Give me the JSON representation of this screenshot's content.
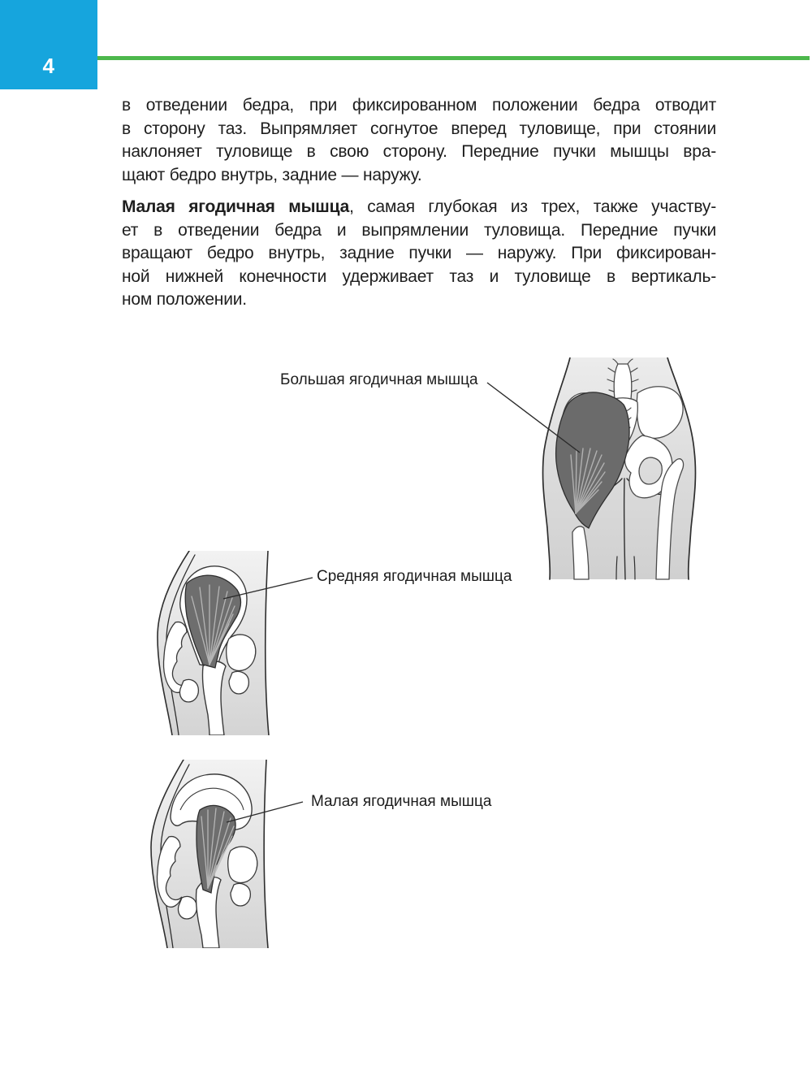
{
  "page": {
    "number": "4"
  },
  "colors": {
    "accent_blue": "#16a5dd",
    "rule_green": "#4db84c"
  },
  "article": {
    "paragraph1": {
      "lines": [
        "в отведении бедра, при фиксированном положении бедра отводит",
        "в сторону таз. Выпрямляет согнутое вперед туловище, при стоянии",
        "наклоняет туловище в свою сторону. Передние пучки мышцы вра-",
        "щают бедро внутрь, задние — наружу."
      ]
    },
    "paragraph2": {
      "lead_bold": "Малая ягодичная мышца",
      "line1_rest": ", самая глубокая из трех, также участву-",
      "lines": [
        "ет в отведении бедра и выпрямлении туловища. Передние пучки",
        "вращают бедро внутрь, задние пучки — наружу. При фиксирован-",
        "ной нижней конечности удерживает таз и туловище в вертикаль-",
        "ном положении."
      ]
    }
  },
  "figures": {
    "maximus": {
      "label": "Большая ягодичная мышца"
    },
    "medius": {
      "label": "Средняя ягодичная мышца"
    },
    "minimus": {
      "label": "Малая ягодичная мышца"
    }
  }
}
